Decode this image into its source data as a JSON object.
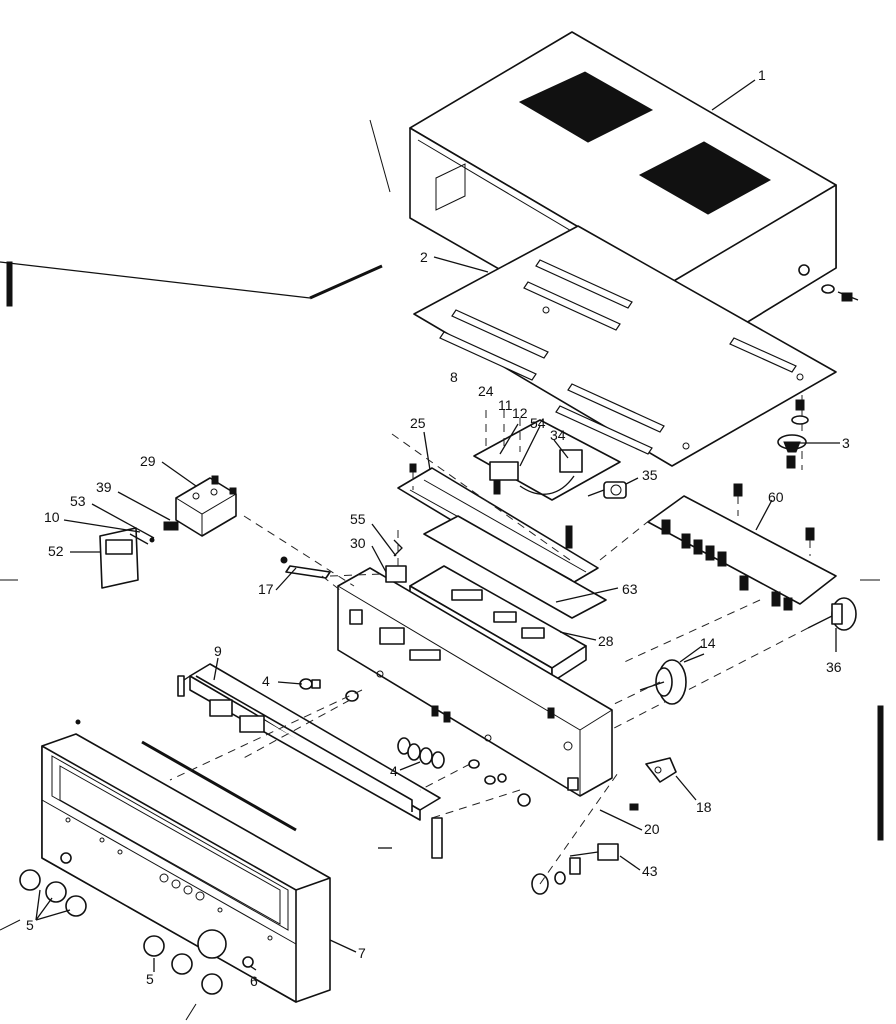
{
  "diagram": {
    "callouts": [
      {
        "id": "c1",
        "text": "1"
      },
      {
        "id": "c2",
        "text": "2"
      },
      {
        "id": "c3",
        "text": "3"
      },
      {
        "id": "c8",
        "text": "8"
      },
      {
        "id": "c24",
        "text": "24"
      },
      {
        "id": "c11",
        "text": "11"
      },
      {
        "id": "c12",
        "text": "12"
      },
      {
        "id": "c54",
        "text": "54"
      },
      {
        "id": "c34",
        "text": "34"
      },
      {
        "id": "c25",
        "text": "25"
      },
      {
        "id": "c35",
        "text": "35"
      },
      {
        "id": "c60",
        "text": "60"
      },
      {
        "id": "c29",
        "text": "29"
      },
      {
        "id": "c39",
        "text": "39"
      },
      {
        "id": "c53",
        "text": "53"
      },
      {
        "id": "c10",
        "text": "10"
      },
      {
        "id": "c52",
        "text": "52"
      },
      {
        "id": "c55",
        "text": "55"
      },
      {
        "id": "c30",
        "text": "30"
      },
      {
        "id": "c17",
        "text": "17"
      },
      {
        "id": "c63",
        "text": "63"
      },
      {
        "id": "c28",
        "text": "28"
      },
      {
        "id": "c14",
        "text": "14"
      },
      {
        "id": "c36",
        "text": "36"
      },
      {
        "id": "c9",
        "text": "9"
      },
      {
        "id": "c4a",
        "text": "4"
      },
      {
        "id": "c4b",
        "text": "4"
      },
      {
        "id": "c18",
        "text": "18"
      },
      {
        "id": "c20",
        "text": "20"
      },
      {
        "id": "c43",
        "text": "43"
      },
      {
        "id": "c5a",
        "text": "5"
      },
      {
        "id": "c5b",
        "text": "5"
      },
      {
        "id": "c6",
        "text": "6"
      },
      {
        "id": "c7",
        "text": "7"
      }
    ]
  }
}
